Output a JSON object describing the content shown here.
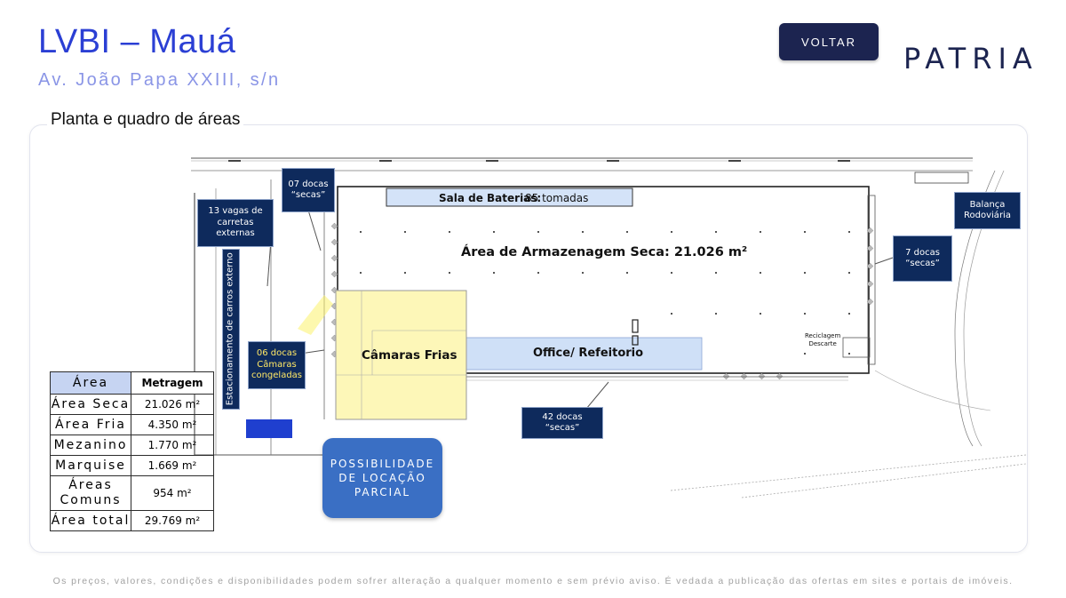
{
  "header": {
    "title": "LVBI – Mauá",
    "subtitle": "Av. João Papa XXIII, s/n",
    "back_button": "VOLTAR",
    "logo": "PATRIA"
  },
  "section": {
    "title": "Planta e quadro de áreas"
  },
  "plan": {
    "labels": {
      "docas_top": [
        "07 docas",
        "“secas”"
      ],
      "vagas": [
        "13 vagas de",
        "carretas",
        "externas"
      ],
      "estacionamento": "Estacionamento de carros externo",
      "docas_congeladas": [
        "06 docas",
        "Câmaras",
        "congeladas"
      ],
      "balanca": [
        "Balança",
        "Rodoviária"
      ],
      "docas_right": [
        "7 docas",
        "“secas”"
      ],
      "docas_bottom": [
        "42 docas",
        "“secas”"
      ],
      "sala_baterias": "Sala de Baterias:",
      "tomadas": "85 tomadas",
      "armazenagem": "Área de Armazenagem Seca: 21.026 m²",
      "camaras_frias": "Câmaras Frias",
      "office": "Office/ Refeitorio",
      "reciclagem": [
        "Reciclagem",
        "Descarte"
      ]
    },
    "colors": {
      "label_box": "#0e2a5c",
      "cold_room": "#fdf7b8",
      "office_fill": "#cfe0f7",
      "battery_fill": "#d4e3f8",
      "parking_fill": "#1f3fcf"
    }
  },
  "table": {
    "headers": [
      "Área",
      "Metragem"
    ],
    "rows": [
      {
        "area": "Área Seca",
        "metragem": "21.026 m²"
      },
      {
        "area": "Área Fria",
        "metragem": "4.350 m²"
      },
      {
        "area": "Mezanino",
        "metragem": "1.770 m²"
      },
      {
        "area": "Marquise",
        "metragem": "1.669 m²"
      },
      {
        "area": "Áreas Comuns",
        "metragem": "954 m²"
      },
      {
        "area": "Área total",
        "metragem": "29.769 m²"
      }
    ]
  },
  "locacao_button": [
    "POSSIBILIDADE",
    "DE LOCAÇÃO",
    "PARCIAL"
  ],
  "footer": "Os preços, valores, condições e disponibilidades podem sofrer alteração a qualquer momento e sem prévio aviso. É vedada a publicação das ofertas em sites e portais de imóveis."
}
